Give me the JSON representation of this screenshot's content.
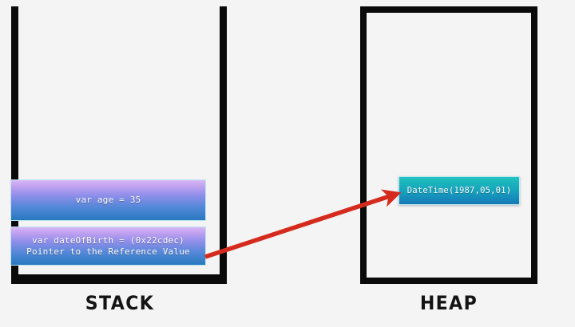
{
  "diagram": {
    "stack": {
      "caption": "STACK",
      "frames": [
        {
          "name": "age-frame",
          "lines": [
            "var age = 35"
          ]
        },
        {
          "name": "dateofbirth-frame",
          "lines": [
            "var dateOfBirth = (0x22cdec)",
            "Pointer to the Reference Value"
          ]
        }
      ]
    },
    "heap": {
      "caption": "HEAP",
      "object_label": "DateTime(1987,05,01)"
    },
    "arrow": {
      "name": "reference-pointer-arrow",
      "color": "#d52b1e",
      "from": "dateOfBirth stack frame",
      "to": "DateTime heap object"
    },
    "colors": {
      "background": "#f4f4f4",
      "container_stroke": "#0a0a0a",
      "stack_frame_gradient_top": "#d9b6f5",
      "stack_frame_gradient_bottom": "#2878c0",
      "heap_object_gradient_top": "#25c3c6",
      "heap_object_gradient_bottom": "#1577b8",
      "arrow_red": "#d52b1e",
      "text_on_block": "#ffffff"
    }
  }
}
